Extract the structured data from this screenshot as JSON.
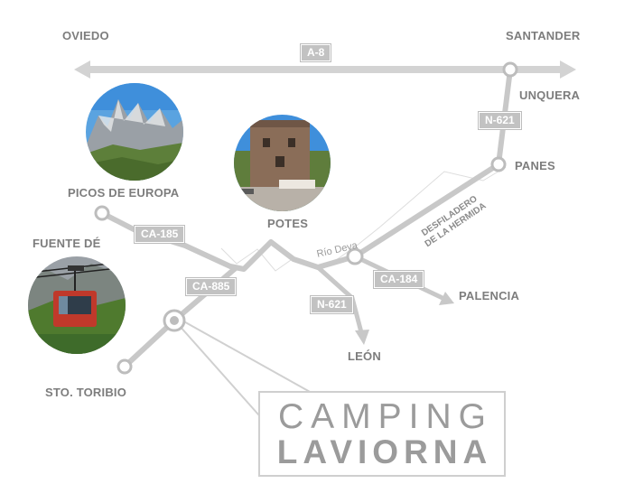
{
  "places": {
    "oviedo": "OVIEDO",
    "santander": "SANTANDER",
    "unquera": "UNQUERA",
    "panes": "PANES",
    "picos": "PICOS DE EUROPA",
    "potes": "POTES",
    "fuente_de": "FUENTE DÉ",
    "palencia": "PALENCIA",
    "leon": "LEÓN",
    "toribio": "STO. TORIBIO"
  },
  "roads": {
    "a8": "A-8",
    "n621_north": "N-621",
    "ca185": "CA-185",
    "ca885": "CA-885",
    "ca184": "CA-184",
    "n621_south": "N-621"
  },
  "river": "Río Deva",
  "gorge": {
    "line1": "DESFILADERO",
    "line2": "DE LA HERMIDA"
  },
  "logo": {
    "line1": "CAMPING",
    "line2": "LAVIORNA"
  },
  "photos": {
    "picos": "mountain-peaks-photo",
    "potes": "stone-tower-photo",
    "fuente_de": "cable-car-photo"
  },
  "colors": {
    "road": "#c8c8c8",
    "node": "#bdbdbd",
    "text": "#7d7d7d",
    "shield": "#c2c2c2"
  }
}
